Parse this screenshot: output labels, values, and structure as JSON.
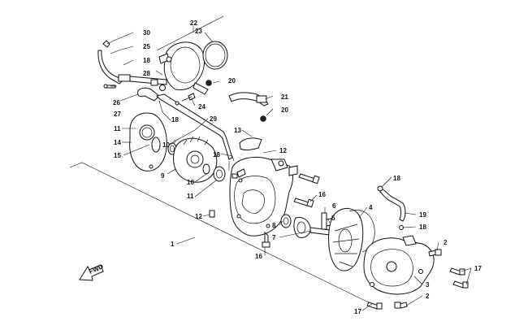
{
  "diagram": {
    "callouts": [
      {
        "id": "c30",
        "label": "30"
      },
      {
        "id": "c25",
        "label": "25"
      },
      {
        "id": "c18a",
        "label": "18"
      },
      {
        "id": "c28",
        "label": "28"
      },
      {
        "id": "c26",
        "label": "26"
      },
      {
        "id": "c27",
        "label": "27"
      },
      {
        "id": "c18b",
        "label": "18"
      },
      {
        "id": "c22",
        "label": "22"
      },
      {
        "id": "c23",
        "label": "23"
      },
      {
        "id": "c20a",
        "label": "20"
      },
      {
        "id": "c24",
        "label": "24"
      },
      {
        "id": "c21",
        "label": "21"
      },
      {
        "id": "c20b",
        "label": "20"
      },
      {
        "id": "c29",
        "label": "29"
      },
      {
        "id": "c13",
        "label": "13"
      },
      {
        "id": "c12a",
        "label": "12"
      },
      {
        "id": "c18c",
        "label": "18"
      },
      {
        "id": "c11a",
        "label": "11"
      },
      {
        "id": "c14",
        "label": "14"
      },
      {
        "id": "c15",
        "label": "15"
      },
      {
        "id": "c10a",
        "label": "10"
      },
      {
        "id": "c9",
        "label": "9"
      },
      {
        "id": "c10b",
        "label": "10"
      },
      {
        "id": "c11b",
        "label": "11"
      },
      {
        "id": "c16a",
        "label": "16"
      },
      {
        "id": "c12b",
        "label": "12"
      },
      {
        "id": "c6",
        "label": "6"
      },
      {
        "id": "c4",
        "label": "4"
      },
      {
        "id": "c5",
        "label": "5"
      },
      {
        "id": "c8",
        "label": "8"
      },
      {
        "id": "c7",
        "label": "7"
      },
      {
        "id": "c1",
        "label": "1"
      },
      {
        "id": "c16b",
        "label": "16"
      },
      {
        "id": "c18d",
        "label": "18"
      },
      {
        "id": "c19",
        "label": "19"
      },
      {
        "id": "c18e",
        "label": "18"
      },
      {
        "id": "c2a",
        "label": "2"
      },
      {
        "id": "c17a",
        "label": "17"
      },
      {
        "id": "c3",
        "label": "3"
      },
      {
        "id": "c2b",
        "label": "2"
      },
      {
        "id": "c17b",
        "label": "17"
      }
    ],
    "fwd_label": "FWD"
  }
}
